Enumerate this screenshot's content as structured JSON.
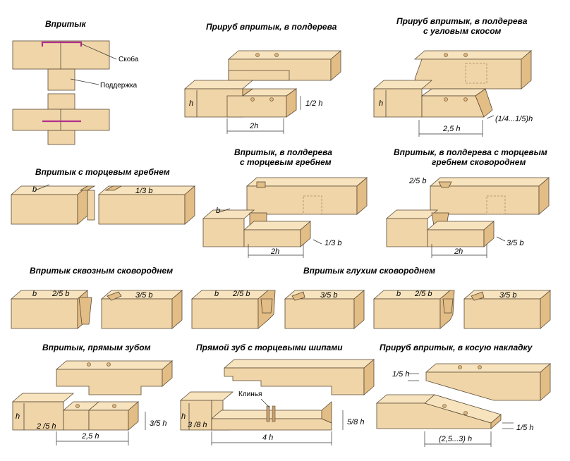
{
  "titles": {
    "t1": "Впритык",
    "t2": "Прируб впритык, в полдерева",
    "t3a": "Прируб впритык, в полдерева",
    "t3b": "с угловым скосом",
    "t4": "Впритык с торцевым гребнем",
    "t5a": "Впритык, в полдерева",
    "t5b": "с торцевым гребнем",
    "t6a": "Впритык, в полдерева с торцевым",
    "t6b": "гребнем сковороднем",
    "t7": "Впритык сквозным сковороднем",
    "t8": "Впритык глухим сковороднем",
    "t9": "Впритык, прямым зубом",
    "t10": "Прямой зуб с торцевыми шипами",
    "t11": "Прируб впритык, в косую накладку"
  },
  "labels": {
    "skoba": "Скоба",
    "poddershka": "Поддержка",
    "h": "h",
    "half_h": "1/2 h",
    "two_h": "2h",
    "two_half_h": "2,5 h",
    "quarter_fifth_h": "(1/4...1/5)h",
    "b": "b",
    "third_b": "1/3 b",
    "two_fifth_b": "2/5 b",
    "three_fifth_b": "3/5 b",
    "two_fifth_h": "2 /5 h",
    "three_fifth_h": "3/5 h",
    "klinya": "Клинья",
    "three_eighth_h": "3 /8 h",
    "five_eighth_h": "5/8 h",
    "four_h": "4 h",
    "fifth_h": "1/5 h",
    "range_h": "(2,5...3) h"
  }
}
